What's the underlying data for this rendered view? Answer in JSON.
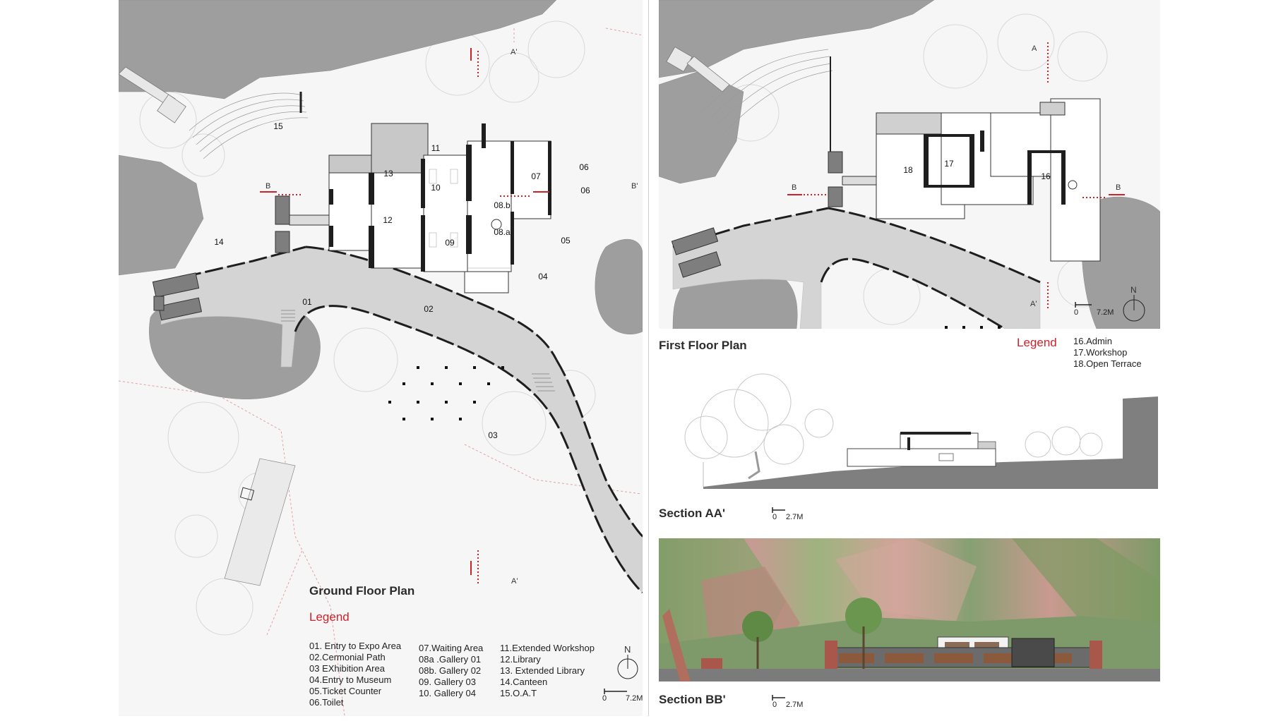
{
  "ground_floor": {
    "title": "Ground Floor Plan",
    "legend_title": "Legend",
    "legend_col1": [
      "01. Entry to Expo Area",
      "02.Cermonial Path",
      "03 EXhibition Area",
      "04.Entry to Museum",
      "05.Ticket Counter",
      "06.Toilet"
    ],
    "legend_col2": [
      "07.Waiting Area",
      "08a .Gallery 01",
      "08b. Gallery 02",
      "09. Gallery 03",
      "10. Gallery 04"
    ],
    "legend_col3": [
      "11.Extended Workshop",
      "12.Library",
      "13. Extended Library",
      "14.Canteen",
      "15.O.A.T"
    ],
    "labels": {
      "n01": "01",
      "n02": "02",
      "n03": "03",
      "n04": "04",
      "n05": "05",
      "n06a": "06",
      "n06b": "06",
      "n07": "07",
      "n08a": "08.a",
      "n08b": "08.b",
      "n09": "09",
      "n10": "10",
      "n11": "11",
      "n12": "12",
      "n13": "13",
      "n14": "14",
      "n15": "15"
    },
    "section_marks": {
      "a_top": "A'",
      "a_bottom": "A'",
      "b_left": "B",
      "b_right": "B'"
    },
    "north": "N",
    "scale": {
      "zero": "0",
      "dist": "7.2M"
    }
  },
  "first_floor": {
    "title": "First Floor Plan",
    "legend_title": "Legend",
    "legend": [
      "16.Admin",
      "17.Workshop",
      "18.Open Terrace"
    ],
    "labels": {
      "n16": "16",
      "n17": "17",
      "n18": "18"
    },
    "section_marks": {
      "a_top": "A",
      "a_bottom": "A'",
      "b_left": "B",
      "b_right": "B"
    },
    "north": "N",
    "scale": {
      "zero": "0",
      "dist": "7.2M"
    }
  },
  "section_aa": {
    "title": "Section AA'",
    "scale": {
      "zero": "0",
      "dist": "2.7M"
    }
  },
  "section_bb": {
    "title": "Section BB'",
    "scale": {
      "zero": "0",
      "dist": "2.7M"
    }
  },
  "colors": {
    "accent_red": "#d0212a",
    "rock": "#9e9e9e",
    "path": "#d4d4d4",
    "wall": "#1e1e1e"
  }
}
